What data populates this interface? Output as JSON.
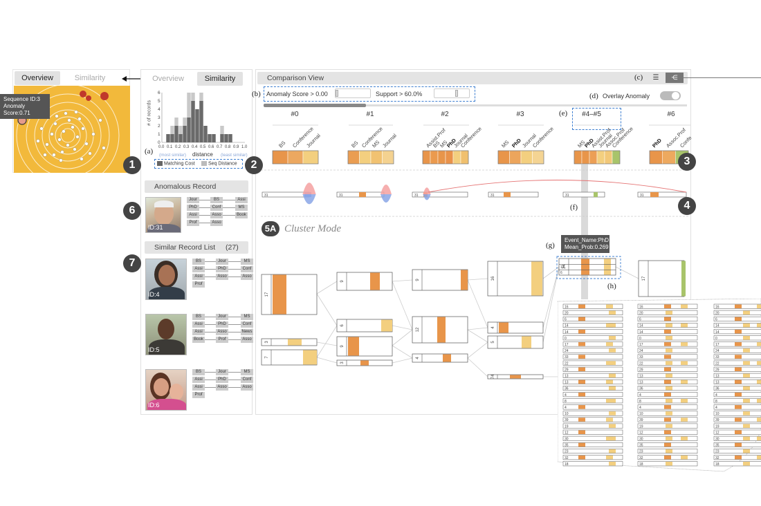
{
  "overview_panel": {
    "tabs": [
      "Overview",
      "Similarity"
    ],
    "tooltip": [
      "Sequence ID:3",
      "Anomaly Score:0.71"
    ]
  },
  "similarity_panel": {
    "tabs": [
      "Overview",
      "Similarity"
    ],
    "histogram": {
      "ylabel": "# of records",
      "yticks": [
        "0",
        "1",
        "2",
        "3",
        "4",
        "5",
        "6"
      ],
      "xticks": [
        "0.0",
        "0.1",
        "0.2",
        "0.3",
        "0.4",
        "0.5",
        "0.6",
        "0.7",
        "0.8",
        "0.9",
        "1.0"
      ],
      "xlabel": "distance",
      "left_hint": "(most similar)",
      "right_hint": "(least similar)",
      "legend": [
        "Matching Cost",
        "Seq Distance"
      ]
    },
    "anomalous_record": {
      "title": "Anomalous Record",
      "id": "ID:31",
      "events": [
        "Jour",
        "BS",
        "Assi",
        "PhD",
        "Conf",
        "MS",
        "Assi",
        "Asso",
        "Book",
        "Prof",
        "Asso"
      ]
    },
    "similar_list": {
      "title": "Similar Record List",
      "count": "(27)",
      "records": [
        {
          "id": "ID:4",
          "events": [
            "BS",
            "Jour",
            "MS",
            "Assi",
            "PhD",
            "Conf",
            "Assi",
            "Asso",
            "Asso",
            "Prof"
          ]
        },
        {
          "id": "ID:5",
          "events": [
            "BS",
            "Jour",
            "MS",
            "Assi",
            "PhD",
            "Conf",
            "Assi",
            "Asso",
            "News",
            "Book",
            "Prof",
            "Asso"
          ]
        },
        {
          "id": "ID:6",
          "events": [
            "BS",
            "Jour",
            "MS",
            "Assi",
            "PhD",
            "Conf",
            "Assi",
            "Asso",
            "Asso",
            "Prof"
          ]
        }
      ]
    }
  },
  "comparison_view": {
    "title": "Comparison View",
    "anomaly_score": "Anomaly Score > 0.00",
    "support": "Support > 60.0%",
    "overlay_label": "Overlay Anomaly",
    "stages": [
      "#0",
      "#1",
      "#2",
      "#3",
      "#4–#5",
      "#6"
    ],
    "stage_events": [
      [
        "BS",
        "Conference",
        "Journal"
      ],
      [
        "BS",
        "Conference",
        "MS",
        "Journal"
      ],
      [
        "Assist.Prof",
        "BS",
        "MS",
        "PhD",
        "Journal",
        "Conference"
      ],
      [
        "MS",
        "PhD",
        "Journal",
        "Conference"
      ],
      [
        "MS",
        "PhD",
        "Assist.Prof",
        "Journal",
        "Assoc.Prof",
        "Conference"
      ],
      [
        "PhD",
        "Assoc.Prof",
        "Confe"
      ]
    ],
    "anomaly_row_label": "31",
    "cluster_mode": "Cluster Mode",
    "cluster_tag": "5A",
    "tooltip": [
      "Event_Name:PhD",
      "Mean_Prob:0.269"
    ],
    "cluster_labels": [
      "17",
      "3",
      "7",
      "9",
      "6",
      "9",
      "3",
      "9",
      "12",
      "4",
      "16",
      "4",
      "5",
      "74",
      "14",
      "6",
      "17"
    ],
    "detail_rows": [
      "16",
      "20",
      "6",
      "14",
      "14",
      "0",
      "17",
      "24",
      "33",
      "22",
      "29",
      "13",
      "13",
      "36",
      "4",
      "8",
      "4",
      "10",
      "39",
      "19",
      "12",
      "30",
      "35",
      "23",
      "32",
      "18"
    ]
  },
  "annotations": [
    "(a)",
    "(b)",
    "(c)",
    "(d)",
    "(e)",
    "(f)",
    "(g)",
    "(h)"
  ],
  "badges": [
    "1",
    "2",
    "3",
    "4",
    "6",
    "7"
  ],
  "colors": {
    "orange": "#e8954a",
    "yellow": "#f3cf7f",
    "green": "#a8c46a",
    "blue": "#3d7fd1",
    "red": "#d0322f",
    "badge": "#444444"
  }
}
